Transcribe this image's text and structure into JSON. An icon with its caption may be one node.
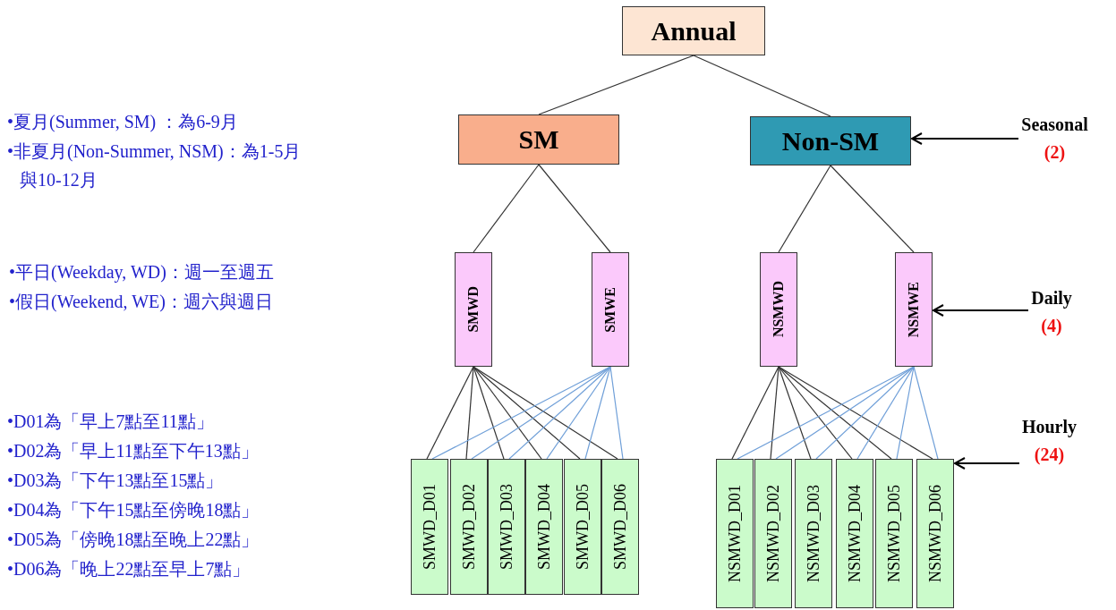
{
  "diagram": {
    "nodes": [
      {
        "text": [
          "Annual"
        ]
      },
      {
        "text": [
          "SM"
        ]
      },
      {
        "text": [
          "Non-SM"
        ]
      },
      {
        "text": [
          "SMWD"
        ]
      },
      {
        "text": [
          "SMWE"
        ]
      },
      {
        "text": [
          "NSMWD"
        ]
      },
      {
        "text": [
          "NSMWE"
        ]
      },
      {
        "text": [
          "SMWD_D01"
        ]
      },
      {
        "text": [
          "SMWD_D02"
        ]
      },
      {
        "text": [
          "SMWD_D03"
        ]
      },
      {
        "text": [
          "SMWD_D04"
        ]
      },
      {
        "text": [
          "SMWD_D05"
        ]
      },
      {
        "text": [
          "SMWD_D06"
        ]
      },
      {
        "text": [
          "NSMWD_D01"
        ]
      },
      {
        "text": [
          "NSMWD_D02"
        ]
      },
      {
        "text": [
          "NSMWD_D03"
        ]
      },
      {
        "text": [
          "NSMWD_D04"
        ]
      },
      {
        "text": [
          "NSMWD_D05"
        ]
      },
      {
        "text": [
          "NSMWD_D06"
        ]
      },
      {
        "text": [
          "Seasonal",
          "(2)"
        ]
      },
      {
        "text": [
          "Daily",
          "(4)"
        ]
      },
      {
        "text": [
          "Hourly",
          "(24)"
        ]
      }
    ],
    "edges": [
      {
        "from": 0,
        "to": 1,
        "arrow": "none"
      },
      {
        "from": 0,
        "to": 2,
        "arrow": "none"
      },
      {
        "from": 1,
        "to": 3,
        "arrow": "none"
      },
      {
        "from": 1,
        "to": 4,
        "arrow": "none"
      },
      {
        "from": 2,
        "to": 5,
        "arrow": "none"
      },
      {
        "from": 2,
        "to": 6,
        "arrow": "none"
      },
      {
        "from": 3,
        "to": 7,
        "arrow": "none"
      },
      {
        "from": 3,
        "to": 8,
        "arrow": "none"
      },
      {
        "from": 3,
        "to": 9,
        "arrow": "none"
      },
      {
        "from": 3,
        "to": 10,
        "arrow": "none"
      },
      {
        "from": 3,
        "to": 11,
        "arrow": "none"
      },
      {
        "from": 3,
        "to": 12,
        "arrow": "none"
      },
      {
        "from": 4,
        "to": 7,
        "arrow": "none",
        "color": "#6f9fd8"
      },
      {
        "from": 4,
        "to": 8,
        "arrow": "none",
        "color": "#6f9fd8"
      },
      {
        "from": 4,
        "to": 9,
        "arrow": "none",
        "color": "#6f9fd8"
      },
      {
        "from": 4,
        "to": 10,
        "arrow": "none",
        "color": "#6f9fd8"
      },
      {
        "from": 4,
        "to": 11,
        "arrow": "none",
        "color": "#6f9fd8"
      },
      {
        "from": 4,
        "to": 12,
        "arrow": "none",
        "color": "#6f9fd8"
      },
      {
        "from": 5,
        "to": 13,
        "arrow": "none"
      },
      {
        "from": 5,
        "to": 14,
        "arrow": "none"
      },
      {
        "from": 5,
        "to": 15,
        "arrow": "none"
      },
      {
        "from": 5,
        "to": 16,
        "arrow": "none"
      },
      {
        "from": 5,
        "to": 17,
        "arrow": "none"
      },
      {
        "from": 5,
        "to": 18,
        "arrow": "none"
      },
      {
        "from": 6,
        "to": 13,
        "arrow": "none",
        "color": "#6f9fd8"
      },
      {
        "from": 6,
        "to": 14,
        "arrow": "none",
        "color": "#6f9fd8"
      },
      {
        "from": 6,
        "to": 15,
        "arrow": "none",
        "color": "#6f9fd8"
      },
      {
        "from": 6,
        "to": 16,
        "arrow": "none",
        "color": "#6f9fd8"
      },
      {
        "from": 6,
        "to": 17,
        "arrow": "none",
        "color": "#6f9fd8"
      },
      {
        "from": 6,
        "to": 18,
        "arrow": "none",
        "color": "#6f9fd8"
      },
      {
        "from": 19,
        "to": 2,
        "arrow": "to"
      },
      {
        "from": 20,
        "to": 6,
        "arrow": "to"
      },
      {
        "from": 21,
        "to": 18,
        "arrow": "to"
      }
    ],
    "labels": [
      "•夏月(Summer, SM) ：為6-9月",
      "•非夏月(Non-Summer, NSM)：為1-5月與10-12月",
      "•平日(Weekday, WD)：週一至週五",
      "•假日(Weekend, WE)：週六與週日",
      "•D01為「早上7點至11點」",
      "•D02為「早上11點至下午13點」",
      "•D03為「下午13點至15點」",
      "•D04為「下午15點至傍晚18點」",
      "•D05為「傍晚18點至晚上22點」",
      "•D06為「晚上22點至早上7點」"
    ]
  }
}
